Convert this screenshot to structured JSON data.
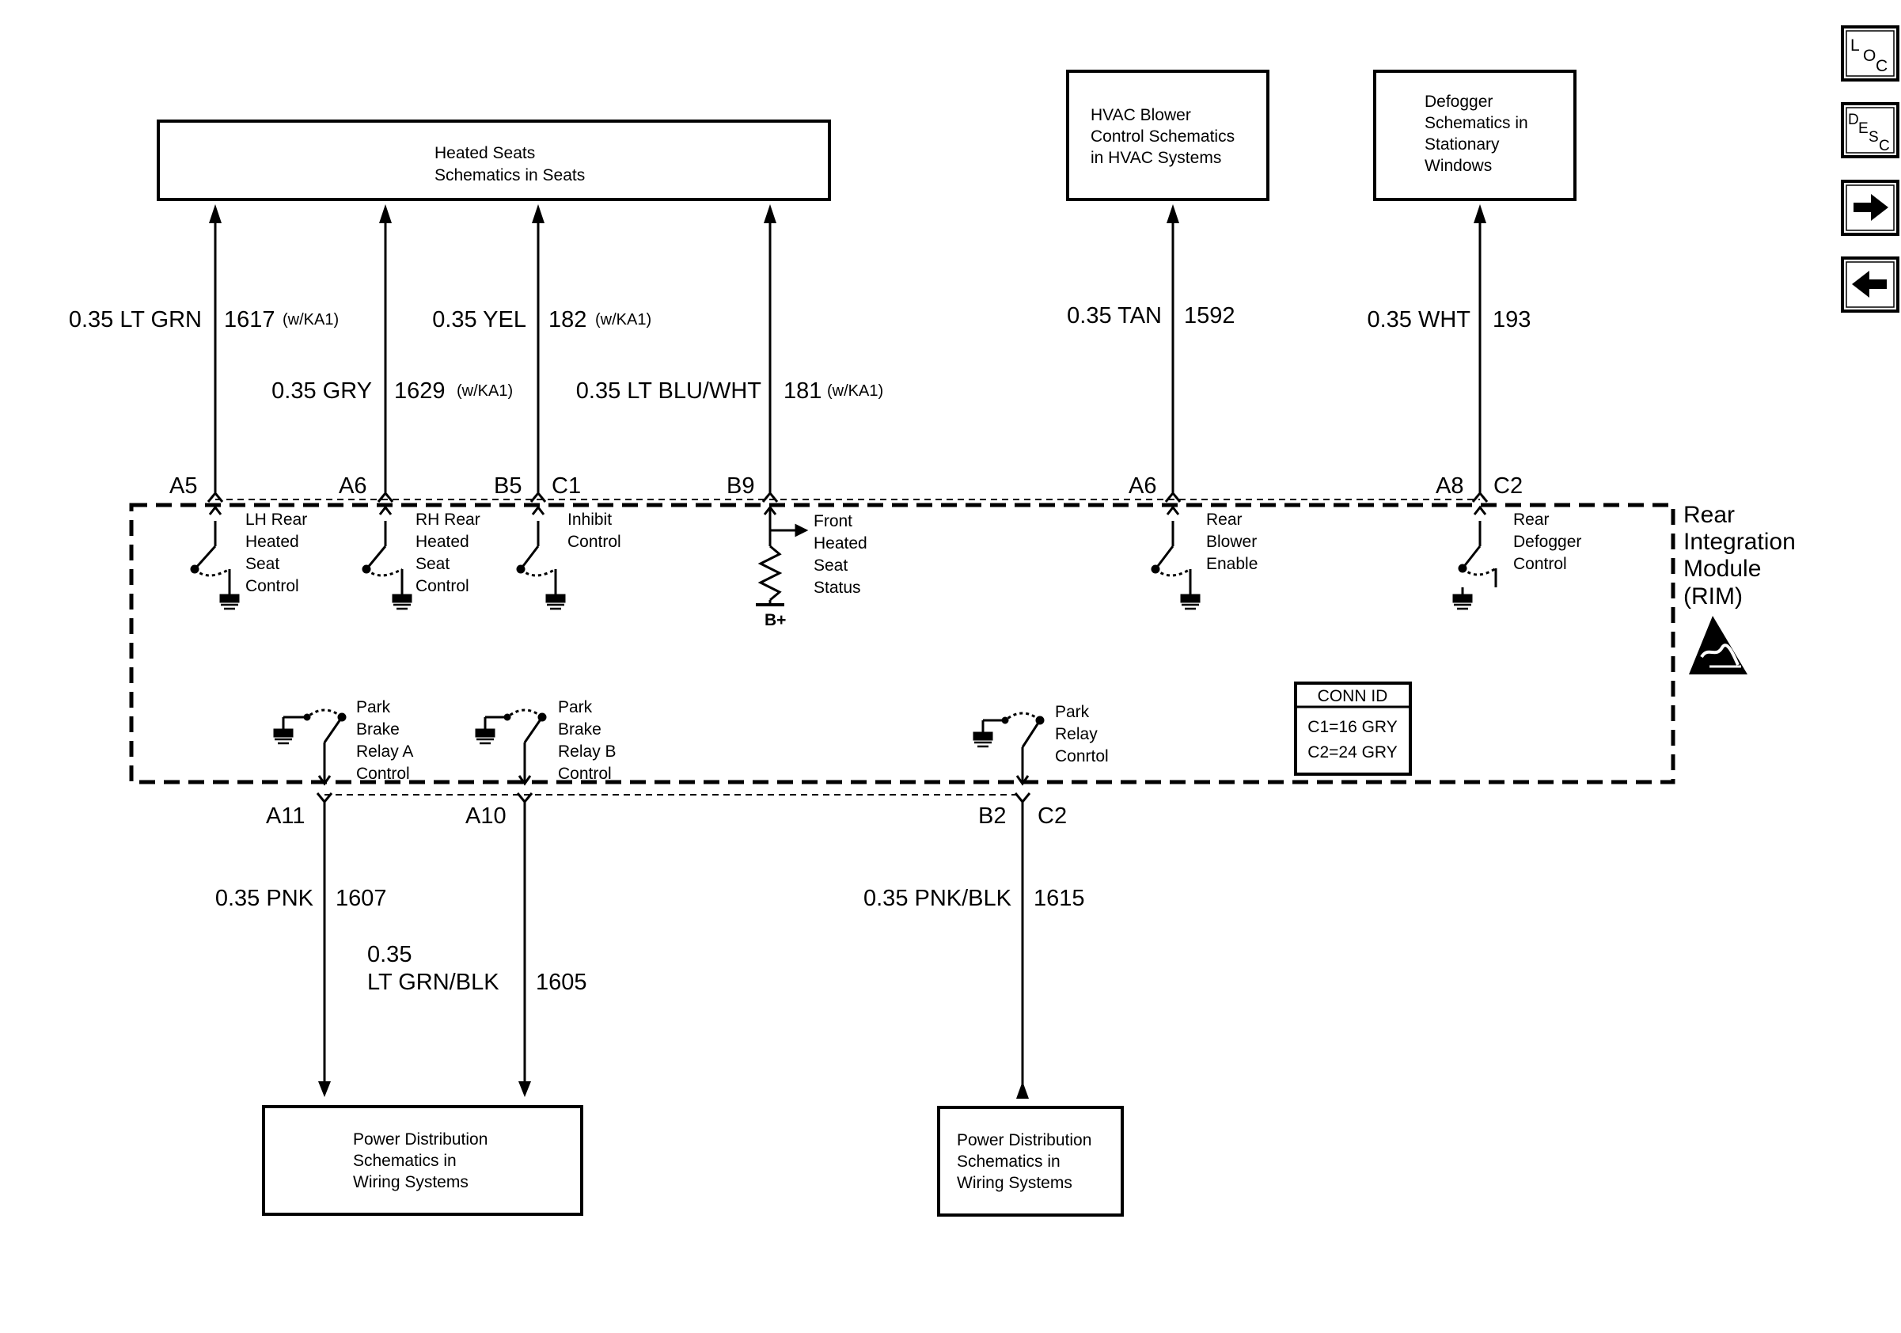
{
  "boxes": {
    "heated_seats": [
      "Heated Seats",
      "Schematics in Seats"
    ],
    "hvac": [
      "HVAC Blower",
      "Control Schematics",
      "in HVAC Systems"
    ],
    "defogger": [
      "Defogger",
      "Schematics in",
      "Stationary",
      "Windows"
    ],
    "power_left": [
      "Power Distribution",
      "Schematics in",
      "Wiring Systems"
    ],
    "power_right": [
      "Power Distribution",
      "Schematics in",
      "Wiring Systems"
    ]
  },
  "wires": {
    "lh_rear": {
      "size_color": "0.35 LT GRN",
      "circuit": "1617",
      "option": "(w/KA1)"
    },
    "rh_rear": {
      "size_color": "0.35 GRY",
      "circuit": "1629",
      "option": "(w/KA1)"
    },
    "inhibit": {
      "size_color": "0.35 YEL",
      "circuit": "182",
      "option": "(w/KA1)"
    },
    "front_status": {
      "size_color": "0.35 LT BLU/WHT",
      "circuit": "181",
      "option": "(w/KA1)"
    },
    "blower": {
      "size_color": "0.35 TAN",
      "circuit": "1592"
    },
    "defogger": {
      "size_color": "0.35 WHT",
      "circuit": "193"
    },
    "park_a": {
      "size_color": "0.35 PNK",
      "circuit": "1607"
    },
    "park_b": {
      "size_top": "0.35",
      "size_color": "LT GRN/BLK",
      "circuit": "1605"
    },
    "park_relay": {
      "size_color": "0.35 PNK/BLK",
      "circuit": "1615"
    }
  },
  "pins": {
    "a5": "A5",
    "a6_left": "A6",
    "b5": "B5",
    "c1": "C1",
    "b9": "B9",
    "a6_right": "A6",
    "a8": "A8",
    "c2_top": "C2",
    "a11": "A11",
    "a10": "A10",
    "b2": "B2",
    "c2_bottom": "C2"
  },
  "components": {
    "lh_rear": [
      "LH Rear",
      "Heated",
      "Seat",
      "Control"
    ],
    "rh_rear": [
      "RH Rear",
      "Heated",
      "Seat",
      "Control"
    ],
    "inhibit": [
      "Inhibit",
      "Control"
    ],
    "front_status": [
      "Front",
      "Heated",
      "Seat",
      "Status"
    ],
    "b_plus": "B+",
    "blower": [
      "Rear",
      "Blower",
      "Enable"
    ],
    "defogger": [
      "Rear",
      "Defogger",
      "Control"
    ],
    "park_a": [
      "Park",
      "Brake",
      "Relay A",
      "Control"
    ],
    "park_b": [
      "Park",
      "Brake",
      "Relay B",
      "Control"
    ],
    "park_relay": [
      "Park",
      "Relay",
      "Conrtol"
    ]
  },
  "module": {
    "name": [
      "Rear",
      "Integration",
      "Module",
      "(RIM)"
    ]
  },
  "conn_id": {
    "title": "CONN ID",
    "c1": "C1=16 GRY",
    "c2": "C2=24 GRY"
  },
  "nav": {
    "loc": {
      "l1": "L",
      "l2": "O",
      "l3": "C"
    },
    "desc": {
      "l1": "D",
      "l2": "E",
      "l3": "S",
      "l4": "C"
    }
  },
  "icons": {
    "esd": "esd-sensitive-icon",
    "ground": "ground-icon",
    "arrow_right": "arrow-right-icon",
    "arrow_left": "arrow-left-icon"
  }
}
